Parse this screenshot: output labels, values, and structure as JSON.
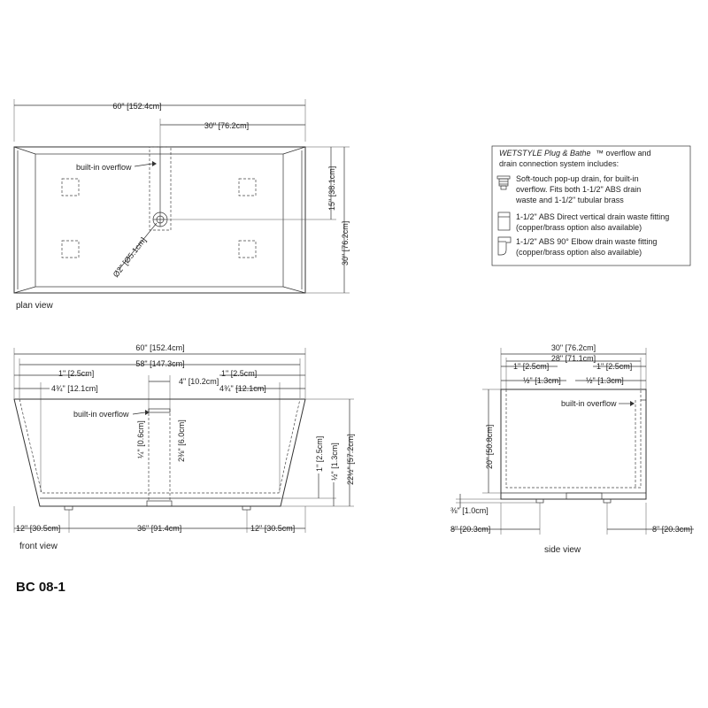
{
  "views": {
    "plan": {
      "label": "plan view",
      "overall_width": "60\" [152.4cm]",
      "half_width": "30\" [76.2cm]",
      "half_depth": "15\" [38.1cm]",
      "overall_depth": "30\" [76.2cm]",
      "overflow_label": "built-in overflow",
      "drain_dia": "Ø2\" [Ø5.1cm]"
    },
    "front": {
      "label": "front view",
      "overall_width": "60\" [152.4cm]",
      "interior_width": "58\" [147.3cm]",
      "rim_left": "1\" [2.5cm]",
      "rim_right": "1\" [2.5cm]",
      "slope_left": "4¾\" [12.1cm]",
      "slope_right": "4¾\" [12.1cm]",
      "overflow_width": "4\" [10.2cm]",
      "overflow_label": "built-in overflow",
      "v_quarter": "¼\" [0.6cm]",
      "v_overflow": "2⅜\" [6.0cm]",
      "v_one": "1\" [2.5cm]",
      "v_half": "½\" [1.3cm]",
      "v_height": "22½\" [57.2cm]",
      "foot_left": "12\" [30.5cm]",
      "foot_center": "36\" [91.4cm]",
      "foot_right": "12\" [30.5cm]"
    },
    "side": {
      "label": "side view",
      "overall_width": "30\" [76.2cm]",
      "interior_width": "28\" [71.1cm]",
      "rim_left": "1\" [2.5cm]",
      "rim_right": "1\" [2.5cm]",
      "half_left": "½\" [1.3cm]",
      "half_right": "½\" [1.3cm]",
      "depth": "20\" [50.8cm]",
      "overflow_label": "built-in overflow",
      "foot_h": "⅜\" [1.0cm]",
      "foot_left": "8\" [20.3cm]",
      "foot_right": "8\" [20.3cm]"
    }
  },
  "legend": {
    "title_brand": "WETSTYLE Plug & Bathe",
    "title_tm": "™ overflow  and",
    "title_line2": "drain connection system includes:",
    "item1_l1": "Soft-touch pop-up drain, for built-in",
    "item1_l2": "overflow. Fits both 1-1/2\" ABS drain",
    "item1_l3": "waste and 1-1/2\" tubular brass",
    "item2_l1": "1-1/2\" ABS Direct vertical drain waste fitting",
    "item2_l2": "(copper/brass option also available)",
    "item3_l1": "1-1/2\" ABS 90° Elbow drain waste fitting",
    "item3_l2": "(copper/brass option also available)"
  },
  "model_code": "BC 08-1",
  "icons": [
    "popup-drain-icon",
    "vertical-fitting-icon",
    "elbow-fitting-icon"
  ]
}
